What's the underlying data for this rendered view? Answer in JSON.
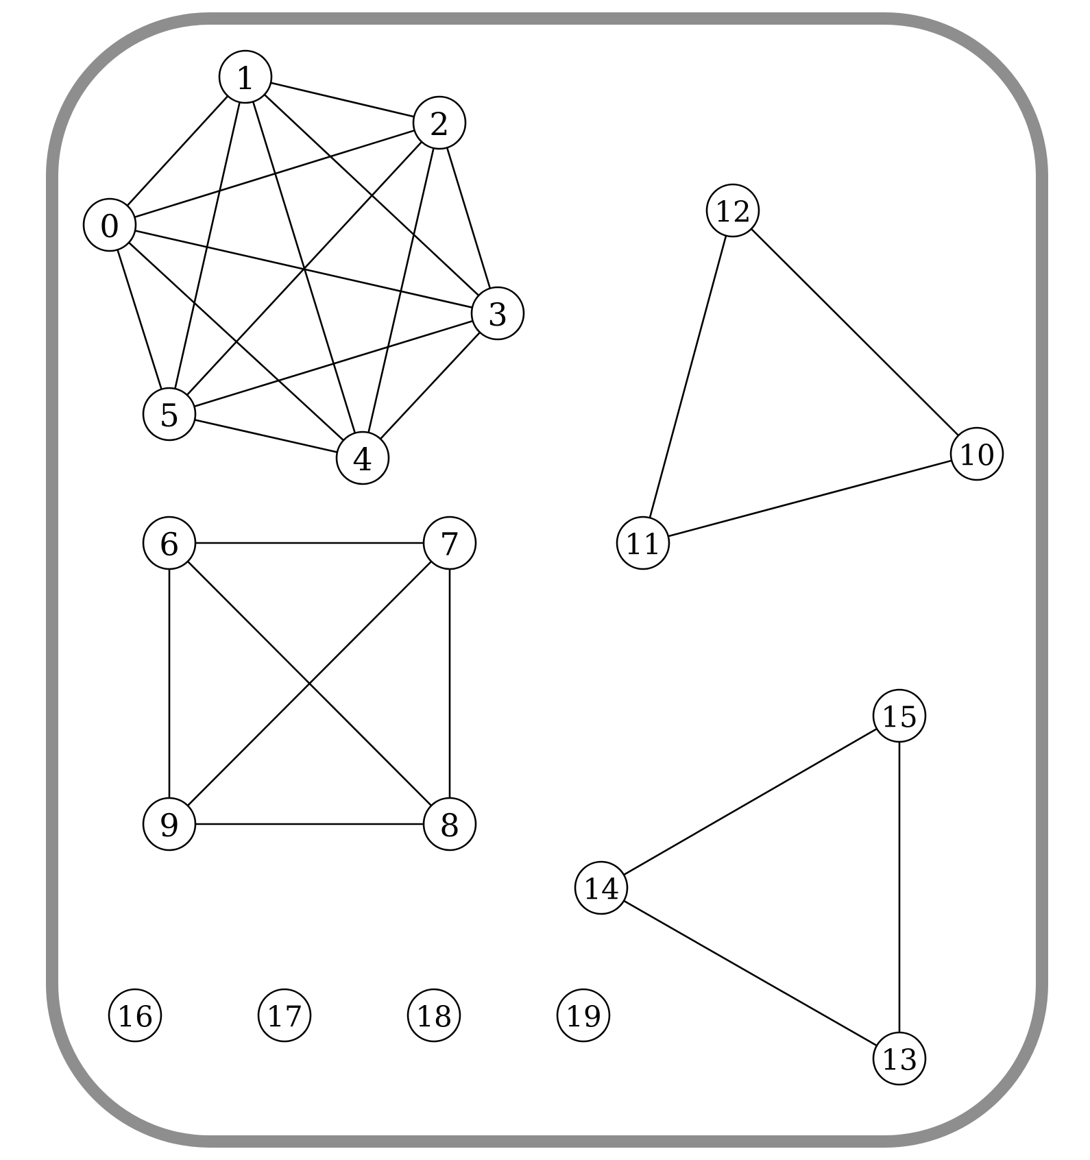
{
  "graph": {
    "frame_color": "#8e8e8e",
    "node_stroke_color": "#000000",
    "node_fill_color": "#ffffff",
    "edge_color": "#000000",
    "nodes": [
      {
        "id": 0,
        "label": "0"
      },
      {
        "id": 1,
        "label": "1"
      },
      {
        "id": 2,
        "label": "2"
      },
      {
        "id": 3,
        "label": "3"
      },
      {
        "id": 4,
        "label": "4"
      },
      {
        "id": 5,
        "label": "5"
      },
      {
        "id": 6,
        "label": "6"
      },
      {
        "id": 7,
        "label": "7"
      },
      {
        "id": 8,
        "label": "8"
      },
      {
        "id": 9,
        "label": "9"
      },
      {
        "id": 10,
        "label": "10"
      },
      {
        "id": 11,
        "label": "11"
      },
      {
        "id": 12,
        "label": "12"
      },
      {
        "id": 13,
        "label": "13"
      },
      {
        "id": 14,
        "label": "14"
      },
      {
        "id": 15,
        "label": "15"
      },
      {
        "id": 16,
        "label": "16"
      },
      {
        "id": 17,
        "label": "17"
      },
      {
        "id": 18,
        "label": "18"
      },
      {
        "id": 19,
        "label": "19"
      }
    ],
    "edges": [
      [
        0,
        1
      ],
      [
        0,
        2
      ],
      [
        0,
        3
      ],
      [
        0,
        4
      ],
      [
        0,
        5
      ],
      [
        1,
        2
      ],
      [
        1,
        3
      ],
      [
        1,
        4
      ],
      [
        1,
        5
      ],
      [
        2,
        3
      ],
      [
        2,
        4
      ],
      [
        2,
        5
      ],
      [
        3,
        4
      ],
      [
        3,
        5
      ],
      [
        4,
        5
      ],
      [
        6,
        7
      ],
      [
        6,
        8
      ],
      [
        6,
        9
      ],
      [
        7,
        8
      ],
      [
        7,
        9
      ],
      [
        8,
        9
      ],
      [
        10,
        11
      ],
      [
        10,
        12
      ],
      [
        11,
        12
      ],
      [
        13,
        14
      ],
      [
        13,
        15
      ],
      [
        14,
        15
      ]
    ]
  }
}
